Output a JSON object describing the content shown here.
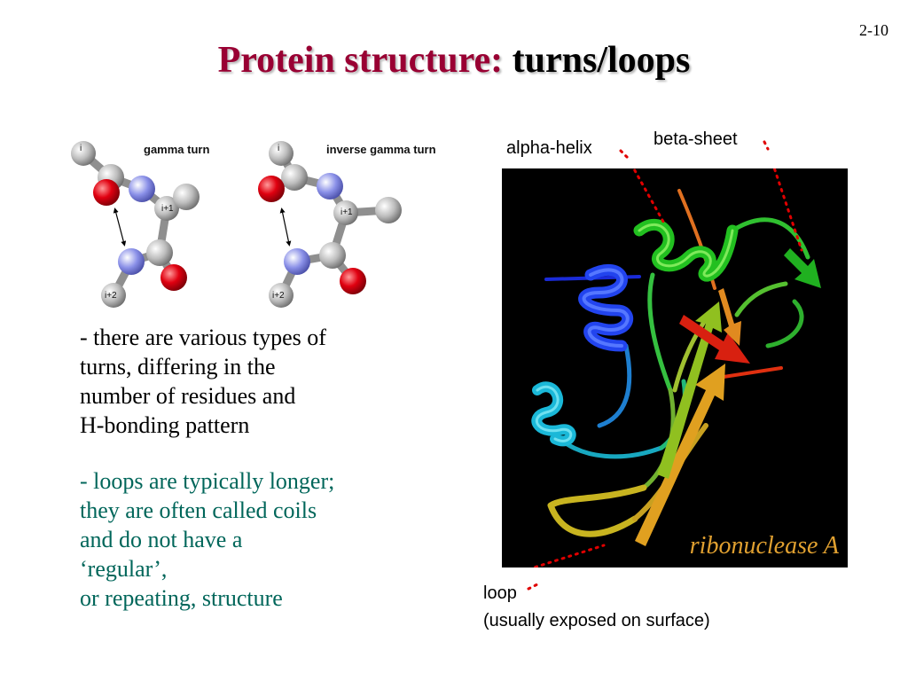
{
  "slide": {
    "number": "2-10"
  },
  "title": {
    "part1": "Protein structure: ",
    "part2": "turns/loops"
  },
  "figures": {
    "gamma_turn": {
      "label": "gamma turn",
      "atoms": {
        "first": "i",
        "second": "i+1",
        "third": "i+2"
      }
    },
    "inverse_gamma_turn": {
      "label": "inverse gamma turn",
      "atoms": {
        "first": "i",
        "second": "i+1",
        "third": "i+2"
      }
    }
  },
  "bullets": {
    "turns": [
      "- there are various types of",
      "turns, differing in the",
      "number of residues and",
      "H-bonding pattern"
    ],
    "loops": [
      "- loops are typically longer;",
      "they are often called coils",
      "and do not have a",
      "‘regular’,",
      "or repeating, structure"
    ]
  },
  "protein": {
    "caption": "ribonuclease A",
    "annotations": {
      "alpha_helix": "alpha-helix",
      "beta_sheet": "beta-sheet",
      "loop": "loop",
      "loop_note": "(usually exposed on surface)"
    }
  },
  "colors": {
    "title_accent": "#990033",
    "loops_text": "#00665a",
    "oxygen": "#e00010",
    "nitrogen": "#8a90e8",
    "carbon": "#bdbdbd",
    "pointer": "#e00000",
    "caption": "#e0a030"
  }
}
